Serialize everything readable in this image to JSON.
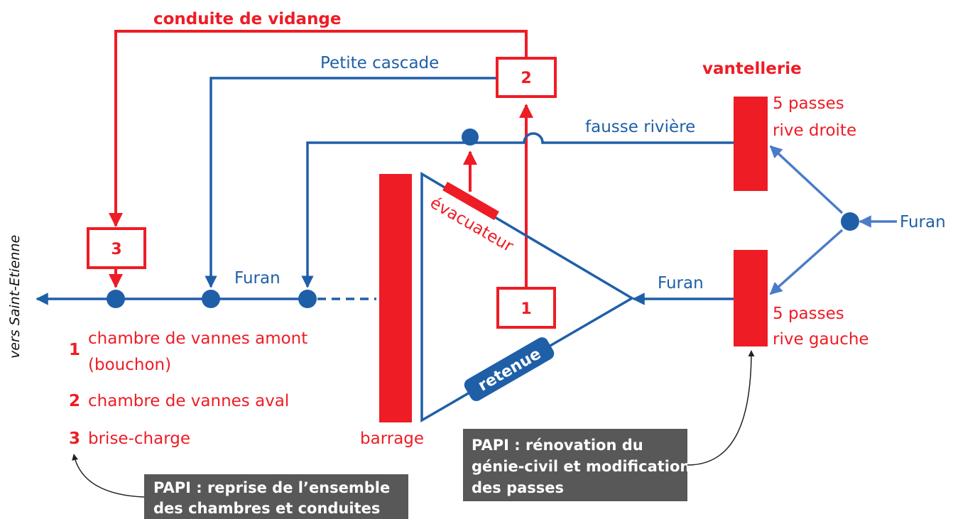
{
  "labels": {
    "conduite_de_vidange": "conduite de vidange",
    "petite_cascade": "Petite cascade",
    "vantellerie": "vantellerie",
    "fausse_riviere": "fausse rivière",
    "passes_rive_droite_line1": "5 passes",
    "passes_rive_droite_line2": "rive droite",
    "passes_rive_gauche_line1": "5 passes",
    "passes_rive_gauche_line2": "rive gauche",
    "furan_right": "Furan",
    "furan_inflow": "Furan",
    "furan_downstream": "Furan",
    "evacuateur": "évacuateur",
    "retenue": "retenue",
    "barrage": "barrage",
    "vers_saint_etienne": "vers Saint-Etienne"
  },
  "boxes": {
    "box1": "1",
    "box2": "2",
    "box3": "3"
  },
  "legend": [
    {
      "num": "1",
      "line1": "chambre de vannes amont",
      "line2": "(bouchon)"
    },
    {
      "num": "2",
      "line1": "chambre de vannes aval",
      "line2": ""
    },
    {
      "num": "3",
      "line1": "brise-charge",
      "line2": ""
    }
  ],
  "notes": {
    "papi_left_line1": "PAPI : reprise de l’ensemble",
    "papi_left_line2": "des chambres et conduites",
    "papi_right_line1": "PAPI : rénovation du",
    "papi_right_line2": "génie-civil et modification",
    "papi_right_line3": "des passes"
  },
  "colors": {
    "red": "#ee1c25",
    "blue": "#1f5fa8",
    "light_blue": "#4a7cc8",
    "note_bg": "#585858"
  }
}
